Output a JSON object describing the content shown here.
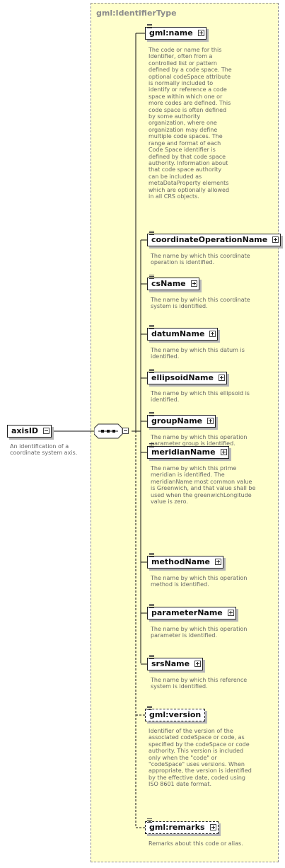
{
  "type_name": "gml:IdentifierType",
  "root": {
    "name": "axisID",
    "description": "An identification of a coordinate system axis."
  },
  "children": [
    {
      "name": "gml:name",
      "optional": false,
      "expand": "plus",
      "description": "The code or name for this Identifier, often from a controlled list or pattern defined by a code space. The optional codeSpace attribute is normally included to identify or reference a code space within which one or more codes are defined. This code space is often defined by some authority organization, where one organization may define multiple code spaces. The range and format of each Code Space identifier is defined by that code space authority. Information about that code space authority can be included as metaDataProperty elements which are optionally allowed in all CRS objects."
    },
    {
      "name": "coordinateOperationName",
      "optional": false,
      "expand": "plus",
      "description": "The name by which this coordinate operation is identified."
    },
    {
      "name": "csName",
      "optional": false,
      "expand": "plus",
      "description": "The name by which this coordinate system is identified."
    },
    {
      "name": "datumName",
      "optional": false,
      "expand": "plus",
      "description": "The name by which this datum is identified."
    },
    {
      "name": "ellipsoidName",
      "optional": false,
      "expand": "plus",
      "description": "The name by which this ellipsoid is identified."
    },
    {
      "name": "groupName",
      "optional": false,
      "expand": "plus",
      "description": "The name by which this operation parameter group is identified."
    },
    {
      "name": "meridianName",
      "optional": false,
      "expand": "plus",
      "description": "The name by which this prime meridian is identified. The meridianName most common value is Greenwich, and that value shall be used when the greenwichLongitude value is zero."
    },
    {
      "name": "methodName",
      "optional": false,
      "expand": "plus",
      "description": "The name by which this operation method is identified."
    },
    {
      "name": "parameterName",
      "optional": false,
      "expand": "plus",
      "description": "The name by which this operation parameter is identified."
    },
    {
      "name": "srsName",
      "optional": false,
      "expand": "plus",
      "description": "The name by which this reference system is identified."
    },
    {
      "name": "gml:version",
      "optional": true,
      "expand": "none",
      "description": "Identifier of the version of the associated codeSpace or code, as specified by the codeSpace or code authority. This version is included only when the \"code\" or \"codeSpace\" uses versions. When appropriate, the version is identified by the effective date, coded using ISO 8601 date format."
    },
    {
      "name": "gml:remarks",
      "optional": true,
      "expand": "plus",
      "description": "Remarks about this code or alias."
    }
  ]
}
